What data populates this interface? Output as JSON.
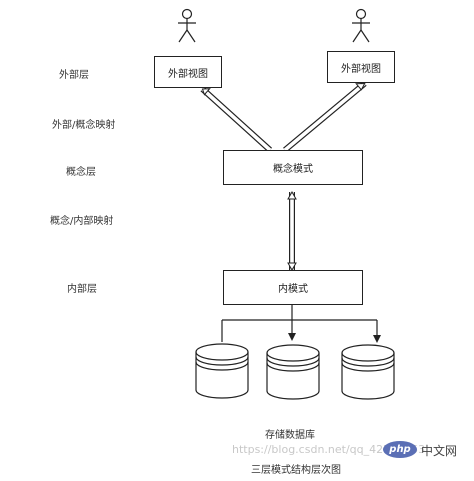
{
  "layers": {
    "external": "外部层",
    "external_conceptual_mapping": "外部/概念映射",
    "conceptual": "概念层",
    "conceptual_internal_mapping": "概念/内部映射",
    "internal": "内部层"
  },
  "boxes": {
    "external_view_1": "外部视图",
    "external_view_2": "外部视图",
    "conceptual_schema": "概念模式",
    "internal_schema": "内模式"
  },
  "storage_label": "存储数据库",
  "caption": "三层模式结构层次图",
  "watermark": "https://blog.csdn.net/qq_42779553",
  "site_badge": {
    "logo_text": "php",
    "name": "中文网",
    "color": "#5b6fb5"
  }
}
